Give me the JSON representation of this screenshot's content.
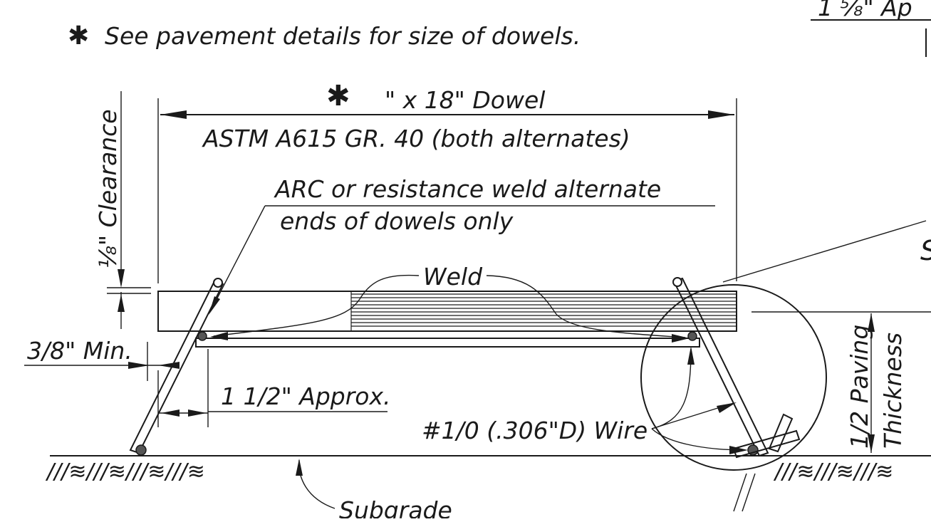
{
  "drawing": {
    "note_symbol": "✱",
    "note_text": "See pavement details for size of dowels.",
    "top_right_fragment": "1 ⁵⁄₈\" Ap",
    "right_edge_fragment": "S",
    "dowel_symbol": "✱",
    "dowel_label": "\" x 18\" Dowel",
    "astm_label": "ASTM  A615  GR. 40 (both alternates)",
    "weld_note_line1": "ARC or resistance weld alternate",
    "weld_note_line2": "ends of dowels only",
    "weld_label": "Weld",
    "clearance_label": "⅛\" Clearance",
    "min_label": "3/8\" Min.",
    "approx_label": "1 1/2\" Approx.",
    "wire_label": "#1/0 (.306\"D) Wire",
    "paving_label_line1": "1/2 Paving",
    "paving_label_line2": "Thickness",
    "subgrade_label": "Subgrade",
    "subgrade_hatch": "///≋///≋///≋///≋",
    "subgrade_hatch_right": "///≋///≋///≋"
  },
  "colors": {
    "ink": "#1a1a1a",
    "paper": "#ffffff"
  }
}
